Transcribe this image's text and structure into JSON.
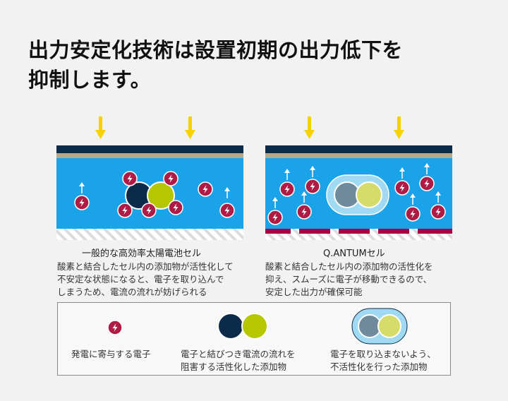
{
  "headline": {
    "line1": "出力安定化技術は設置初期の出力低下を",
    "line2": "抑制します。"
  },
  "panels": {
    "conventional": {
      "title": "一般的な高効率太陽電池セル",
      "desc1": "酸素と結合したセル内の添加物が活性化して",
      "desc2": "不安定な状態になると、電子を取り込んで",
      "desc3": "しまうため、電流の流れが妨げられる"
    },
    "qantum": {
      "title": "Q.ANTUMセル",
      "desc1": "酸素と結合したセル内の添加物の活性化を",
      "desc2": "抑え、スムーズに電子が移動できるので、",
      "desc3": "安定した出力が確保可能"
    }
  },
  "legend": {
    "electron": "発電に寄与する電子",
    "active1": "電子と結びつき電流の流れを",
    "active2": "阻害する活性化した添加物",
    "inactive1": "電子を取り込まないよう、",
    "inactive2": "不活性化を行った添加物"
  },
  "colors": {
    "arrow": "#f5d200",
    "top_layer": "#0c2a4a",
    "tan_layer": "#b3a888",
    "cell_blue": "#1aa3e8",
    "electron": "#b01b46",
    "dopant_dark": "#0c2a4a",
    "dopant_green": "#b5c700",
    "inactive_gray": "#6f8a9c",
    "inactive_lime": "#d6dc6a",
    "inactive_ring": "#9fdaf2",
    "contact_red": "#a8003e"
  }
}
